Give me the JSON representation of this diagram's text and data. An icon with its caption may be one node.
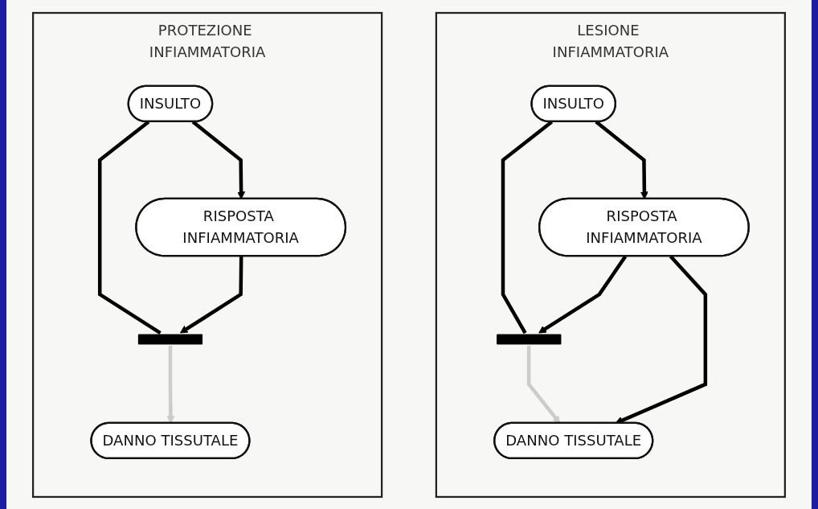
{
  "diagram": {
    "nodes": [
      {
        "text": [
          "PROTEZIONE INFIAMMATORIA"
        ]
      },
      {
        "text": [
          "INSULTO"
        ],
        "in": 0
      },
      {
        "text": [
          "RISPOSTA INFIAMMATORIA"
        ],
        "in": 0
      },
      {
        "text": [],
        "shape": "bar",
        "in": 0
      },
      {
        "text": [
          "DANNO TISSUTALE"
        ],
        "in": 0
      },
      {
        "text": [
          "LESIONE INFIAMMATORIA"
        ]
      },
      {
        "text": [
          "INSULTO"
        ],
        "in": 5
      },
      {
        "text": [
          "RISPOSTA INFIAMMATORIA"
        ],
        "in": 5
      },
      {
        "text": [],
        "shape": "bar",
        "in": 5
      },
      {
        "text": [
          "DANNO TISSUTALE"
        ],
        "in": 5
      }
    ],
    "edges": [
      {
        "from": 1,
        "to": 2,
        "arrow": "to"
      },
      {
        "from": 1,
        "to": 3,
        "arrow": "none"
      },
      {
        "from": 2,
        "to": 3,
        "arrow": "to"
      },
      {
        "from": 3,
        "to": 4,
        "arrow": "to",
        "color": "#cccccc"
      },
      {
        "from": 6,
        "to": 7,
        "arrow": "to"
      },
      {
        "from": 6,
        "to": 8,
        "arrow": "none"
      },
      {
        "from": 7,
        "to": 8,
        "arrow": "to"
      },
      {
        "from": 8,
        "to": 9,
        "arrow": "to",
        "color": "#cccccc"
      },
      {
        "from": 7,
        "to": 9,
        "arrow": "to"
      }
    ]
  }
}
